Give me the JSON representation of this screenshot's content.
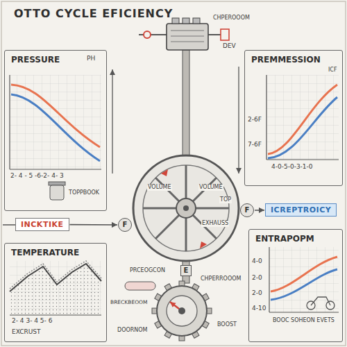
{
  "diagram": {
    "title": "OTTO CYCLE EFICIENCY",
    "nodes": [
      {
        "text": [
          "PRESSURE"
        ]
      },
      {
        "text": [
          "PREMMESSION"
        ]
      },
      {
        "text": [
          "INCKTIKE"
        ]
      },
      {
        "text": [
          "F"
        ]
      },
      {
        "text": [
          "F"
        ]
      },
      {
        "text": [
          "ICREPTROICY"
        ]
      },
      {
        "text": [
          "E"
        ]
      },
      {
        "text": [
          "TEMPERATURE"
        ]
      },
      {
        "text": [
          "ENTRAPOPM"
        ]
      }
    ],
    "edges": [
      {
        "from": 2,
        "to": 3,
        "arrow": "to"
      },
      {
        "from": 4,
        "to": 5,
        "arrow": "to"
      }
    ],
    "labels": [
      "PH",
      "2- 4 - 5 -6-2- 4- 3",
      "TOPPBOOK",
      "CHPEROOOM",
      "DEV",
      "ICF",
      "2-6F",
      "7-6F",
      "4-0-5-0-3-1-0",
      "VOLUME",
      "VOLUME",
      "TOP",
      "EXHAUSS",
      "PRCEOGCON",
      "CHPERROOOM",
      "BRECKBEOOM",
      "BOOST",
      "DOORNOM",
      "2- 4 3- 4 5- 6",
      "EXCRUST",
      "4-0",
      "2-0",
      "2-0",
      "4-10",
      "BOOC SOHEON EVETS"
    ]
  }
}
